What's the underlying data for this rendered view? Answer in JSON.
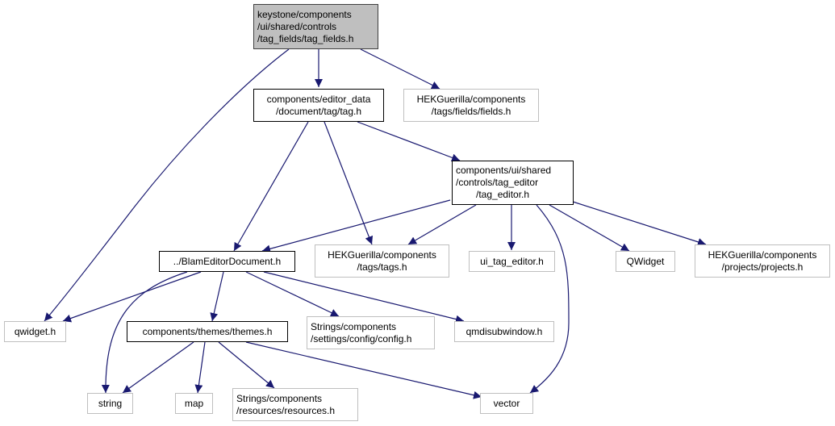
{
  "graph": {
    "title": "Include dependency graph for tag_fields.h",
    "edge_color": "#191970",
    "nodes": {
      "root": {
        "lines": [
          "keystone/components",
          "/ui/shared/controls",
          "/tag_fields/tag_fields.h"
        ],
        "kind": "root"
      },
      "tag_h": {
        "lines": [
          "components/editor_data",
          "/document/tag/tag.h"
        ],
        "kind": "documented"
      },
      "fields_h": {
        "lines": [
          "HEKGuerilla/components",
          "/tags/fields/fields.h"
        ],
        "kind": "external"
      },
      "tag_editor_h": {
        "lines": [
          "components/ui/shared",
          "/controls/tag_editor",
          "/tag_editor.h"
        ],
        "kind": "documented"
      },
      "blam_editor_doc_h": {
        "lines": [
          "../BlamEditorDocument.h"
        ],
        "kind": "documented"
      },
      "tags_h": {
        "lines": [
          "HEKGuerilla/components",
          "/tags/tags.h"
        ],
        "kind": "external"
      },
      "ui_tag_editor_h": {
        "lines": [
          "ui_tag_editor.h"
        ],
        "kind": "external"
      },
      "qwidget_cls": {
        "lines": [
          "QWidget"
        ],
        "kind": "external"
      },
      "projects_h": {
        "lines": [
          "HEKGuerilla/components",
          "/projects/projects.h"
        ],
        "kind": "external"
      },
      "qwidget_h": {
        "lines": [
          "qwidget.h"
        ],
        "kind": "external"
      },
      "themes_h": {
        "lines": [
          "components/themes/themes.h"
        ],
        "kind": "documented"
      },
      "config_h": {
        "lines": [
          "Strings/components",
          "/settings/config/config.h"
        ],
        "kind": "external"
      },
      "qmdisubwindow_h": {
        "lines": [
          "qmdisubwindow.h"
        ],
        "kind": "external"
      },
      "string": {
        "lines": [
          "string"
        ],
        "kind": "external"
      },
      "map": {
        "lines": [
          "map"
        ],
        "kind": "external"
      },
      "resources_h": {
        "lines": [
          "Strings/components",
          "/resources/resources.h"
        ],
        "kind": "external"
      },
      "vector": {
        "lines": [
          "vector"
        ],
        "kind": "external"
      }
    },
    "edges": [
      [
        "root",
        "tag_h"
      ],
      [
        "root",
        "fields_h"
      ],
      [
        "root",
        "qwidget_h"
      ],
      [
        "tag_h",
        "tag_editor_h"
      ],
      [
        "tag_h",
        "blam_editor_doc_h"
      ],
      [
        "tag_h",
        "tags_h"
      ],
      [
        "tag_editor_h",
        "blam_editor_doc_h"
      ],
      [
        "tag_editor_h",
        "tags_h"
      ],
      [
        "tag_editor_h",
        "ui_tag_editor_h"
      ],
      [
        "tag_editor_h",
        "qwidget_cls"
      ],
      [
        "tag_editor_h",
        "projects_h"
      ],
      [
        "tag_editor_h",
        "vector"
      ],
      [
        "blam_editor_doc_h",
        "qwidget_h"
      ],
      [
        "blam_editor_doc_h",
        "string"
      ],
      [
        "blam_editor_doc_h",
        "themes_h"
      ],
      [
        "blam_editor_doc_h",
        "config_h"
      ],
      [
        "blam_editor_doc_h",
        "qmdisubwindow_h"
      ],
      [
        "themes_h",
        "string"
      ],
      [
        "themes_h",
        "map"
      ],
      [
        "themes_h",
        "resources_h"
      ],
      [
        "themes_h",
        "vector"
      ]
    ]
  }
}
